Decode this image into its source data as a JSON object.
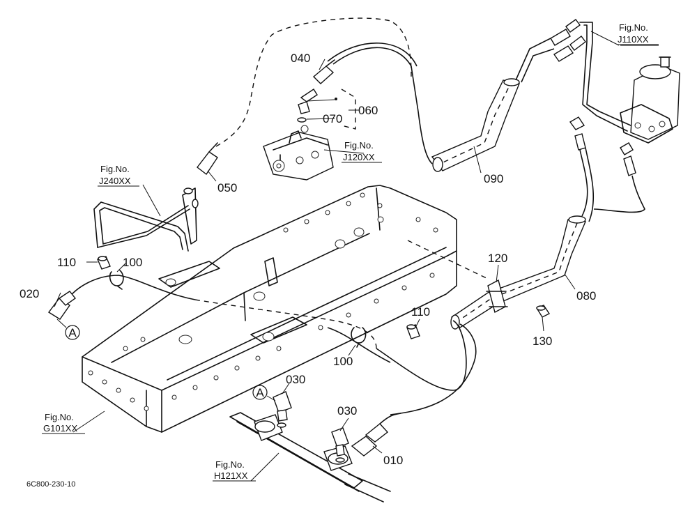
{
  "parts": {
    "p010": "010",
    "p020": "020",
    "p030a": "030",
    "p030b": "030",
    "p040": "040",
    "p050": "050",
    "p060": "060",
    "p070": "070",
    "p080": "080",
    "p090": "090",
    "p100a": "100",
    "p100b": "100",
    "p110a": "110",
    "p110b": "110",
    "p120": "120",
    "p130": "130"
  },
  "callouts": {
    "a1": "A",
    "a2": "A"
  },
  "figrefs": {
    "j110": {
      "line1": "Fig.No.",
      "line2": "J110XX"
    },
    "j120": {
      "line1": "Fig.No.",
      "line2": "J120XX"
    },
    "j240": {
      "line1": "Fig.No.",
      "line2": "J240XX"
    },
    "g101": {
      "line1": "Fig.No.",
      "line2": "G101XX"
    },
    "h121": {
      "line1": "Fig.No.",
      "line2": "H121XX"
    }
  },
  "footer": {
    "code": "6C800-230-10"
  }
}
